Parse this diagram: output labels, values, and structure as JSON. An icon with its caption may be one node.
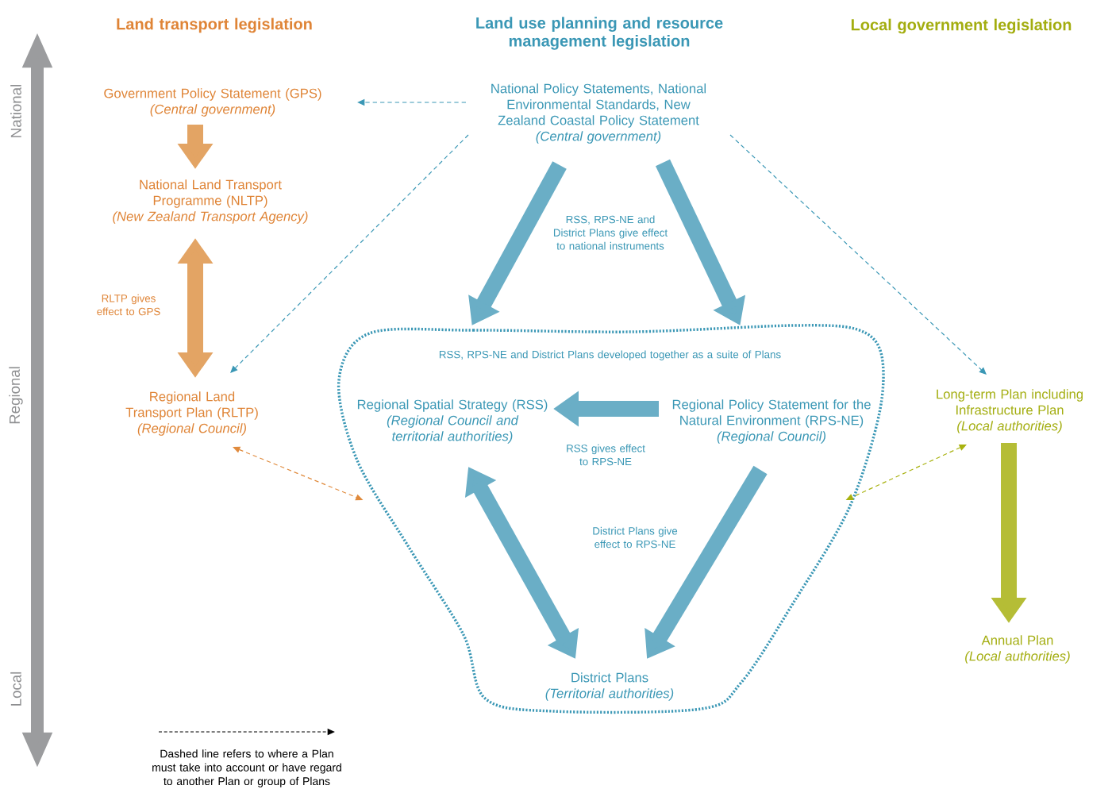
{
  "diagram": {
    "nodes": [
      {
        "text": [
          "Government Policy Statement (GPS)",
          "(Central government)"
        ]
      },
      {
        "text": [
          "National Land Transport Programme (NLTP)",
          "(New Zealand Transport Agency)"
        ]
      },
      {
        "text": [
          "Regional Land Transport Plan (RLTP)",
          "(Regional Council)"
        ]
      },
      {
        "text": [
          "National Policy Statements, National Environmental Standards, New Zealand Coastal Policy Statement",
          "(Central government)"
        ]
      },
      {
        "text": [
          "RSS, RPS-NE and District Plans developed together as a suite of Plans"
        ]
      },
      {
        "text": [
          "Regional Spatial Strategy (RSS)",
          "(Regional Council and territorial authorities)"
        ],
        "in": 4
      },
      {
        "text": [
          "Regional Policy Statement for the Natural Environment (RPS-NE)",
          "(Regional Council)"
        ],
        "in": 4
      },
      {
        "text": [
          "District Plans",
          "(Territorial authorities)"
        ],
        "in": 4
      },
      {
        "text": [
          "Long-term Plan including Infrastructure Plan",
          "(Local authorities)"
        ]
      },
      {
        "text": [
          "Annual Plan *(Local authorities)*"
        ]
      }
    ],
    "edges": [
      {
        "from": 0,
        "to": 1,
        "arrow": "to",
        "color": "#e3a464"
      },
      {
        "from": 1,
        "to": 2,
        "arrow": "both",
        "color": "#e3a464",
        "label": "RLTP gives effect to GPS"
      },
      {
        "from": 3,
        "to": 0,
        "arrow": "to",
        "style": "dashed"
      },
      {
        "from": 3,
        "to": 2,
        "arrow": "to",
        "style": "dashed"
      },
      {
        "from": 3,
        "to": 4,
        "arrow": "to",
        "label": "RSS, RPS-NE and District Plans give effect to national instruments"
      },
      {
        "from": 3,
        "to": 4,
        "arrow": "to"
      },
      {
        "from": 3,
        "to": 8,
        "arrow": "to",
        "style": "dashed"
      },
      {
        "from": 6,
        "to": 5,
        "arrow": "to",
        "label": "RSS gives effect to RPS-NE"
      },
      {
        "from": 5,
        "to": 7,
        "arrow": "both"
      },
      {
        "from": 6,
        "to": 7,
        "arrow": "to",
        "label": "District Plans give effect to RPS-NE"
      },
      {
        "from": 2,
        "to": 4,
        "arrow": "both",
        "style": "dashed",
        "color": "#e08a3c"
      },
      {
        "from": 8,
        "to": 4,
        "arrow": "both",
        "style": "dashed",
        "color": "#a8b20f"
      },
      {
        "from": 8,
        "to": 9,
        "arrow": "to",
        "color": "#b5bd36"
      }
    ],
    "labels": [
      "Land transport legislation",
      "Land use planning and resource management legislation",
      "Local government legislation",
      "National",
      "Regional",
      "Local"
    ],
    "legend": [
      {
        "text": "Dashed line refers to where a Plan must take into account or have regard to another Plan or group of Plans"
      }
    ]
  }
}
